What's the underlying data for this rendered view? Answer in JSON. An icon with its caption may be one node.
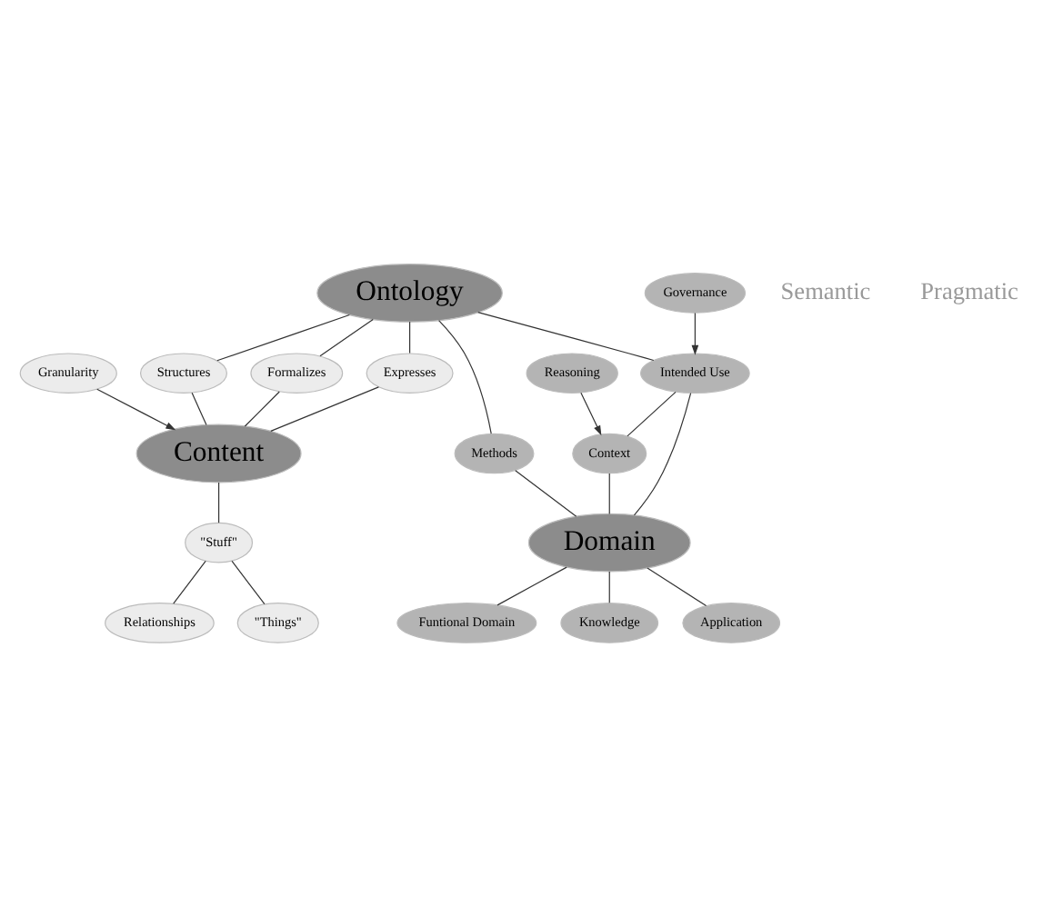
{
  "diagram": {
    "nodes": [
      {
        "text": [
          "Ontology"
        ]
      },
      {
        "text": [
          "Formalizes"
        ]
      },
      {
        "text": [
          "Expresses"
        ]
      },
      {
        "text": [
          "Structures"
        ]
      },
      {
        "text": [
          "Content"
        ]
      },
      {
        "text": [
          "Granularity"
        ]
      },
      {
        "text": [
          "\"Stuff\""
        ]
      },
      {
        "text": [
          "\"Things\""
        ]
      },
      {
        "text": [
          "Relationships"
        ]
      },
      {
        "text": [
          "Intended Use"
        ]
      },
      {
        "text": [
          "Governance"
        ]
      },
      {
        "text": [
          "Methods"
        ]
      },
      {
        "text": [
          "Context"
        ]
      },
      {
        "text": [
          "Reasoning"
        ]
      },
      {
        "text": [
          "Domain"
        ]
      },
      {
        "text": [
          "Knowledge"
        ]
      },
      {
        "text": [
          "Application"
        ]
      },
      {
        "text": [
          "Funtional Domain"
        ]
      }
    ],
    "edges": [
      {
        "from": 0,
        "to": 1,
        "arrow": "none"
      },
      {
        "from": 1,
        "to": 4,
        "arrow": "none"
      },
      {
        "from": 0,
        "to": 2,
        "arrow": "none"
      },
      {
        "from": 2,
        "to": 4,
        "arrow": "none"
      },
      {
        "from": 0,
        "to": 3,
        "arrow": "none"
      },
      {
        "from": 3,
        "to": 4,
        "arrow": "none"
      },
      {
        "from": 5,
        "to": 4,
        "arrow": "to"
      },
      {
        "from": 4,
        "to": 6,
        "arrow": "none"
      },
      {
        "from": 6,
        "to": 7,
        "arrow": "none"
      },
      {
        "from": 6,
        "to": 8,
        "arrow": "none"
      },
      {
        "from": 0,
        "to": 9,
        "arrow": "none"
      },
      {
        "from": 10,
        "to": 9,
        "arrow": "to"
      },
      {
        "from": 0,
        "to": 11,
        "arrow": "none"
      },
      {
        "from": 9,
        "to": 12,
        "arrow": "none"
      },
      {
        "from": 9,
        "to": 14,
        "arrow": "none"
      },
      {
        "from": 13,
        "to": 12,
        "arrow": "to"
      },
      {
        "from": 12,
        "to": 14,
        "arrow": "none"
      },
      {
        "from": 11,
        "to": 14,
        "arrow": "none"
      },
      {
        "from": 14,
        "to": 15,
        "arrow": "none"
      },
      {
        "from": 14,
        "to": 16,
        "arrow": "none"
      },
      {
        "from": 14,
        "to": 17,
        "arrow": "none"
      }
    ],
    "labels": [
      "Semantic",
      "Pragmatic"
    ]
  }
}
